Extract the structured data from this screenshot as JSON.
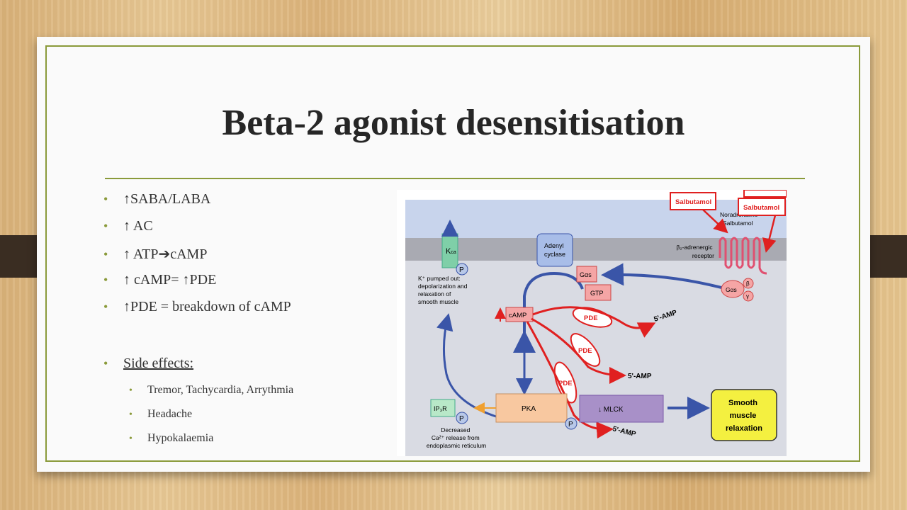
{
  "slide": {
    "title": "Beta-2 agonist desensitisation",
    "bullets": [
      "↑SABA/LABA",
      "↑ AC",
      "↑ ATP",
      "↑ cAMP= ↑PDE",
      "↑PDE = breakdown of cAMP"
    ],
    "atp_arrow": "➔",
    "atp_target": "cAMP",
    "side_effects_heading": "Side effects:",
    "side_effects": [
      "Tremor, Tachycardia, Arrythmia",
      "Headache",
      "Hypokalaemia"
    ]
  },
  "diagram": {
    "kca": "K",
    "kca_sub": "ca",
    "p": "P",
    "k_pumped": [
      "K⁺ pumped out:",
      "depolarization and",
      "relaxation of",
      "smooth muscle"
    ],
    "adenyl": [
      "Adenyl",
      "cyclase"
    ],
    "gas": "Gαs",
    "gtp": "GTP",
    "camp": "cAMP",
    "pde": "PDE",
    "amp_5": "5'-AMP",
    "beta": "β",
    "gamma": "γ",
    "receptor_label": [
      "β₂-adrenergic",
      "receptor"
    ],
    "noradrenaline": "Noradrenaline",
    "salbutamol_small": "Salbutamol",
    "salbutamol_box": "Salbutamol",
    "pka": "PKA",
    "mlck": "MLCK",
    "ip3r": "IP₃R",
    "decreased": [
      "Decreased",
      "Ca²⁺ release from",
      "endoplasmic reticulum"
    ],
    "smooth": [
      "Smooth",
      "muscle",
      "relaxation"
    ]
  },
  "colors": {
    "accent": "#8a9a3a",
    "title": "#262626",
    "arrow_red": "#e02020",
    "arrow_blue": "#3a55a8",
    "membrane": "#c8d4ec"
  }
}
